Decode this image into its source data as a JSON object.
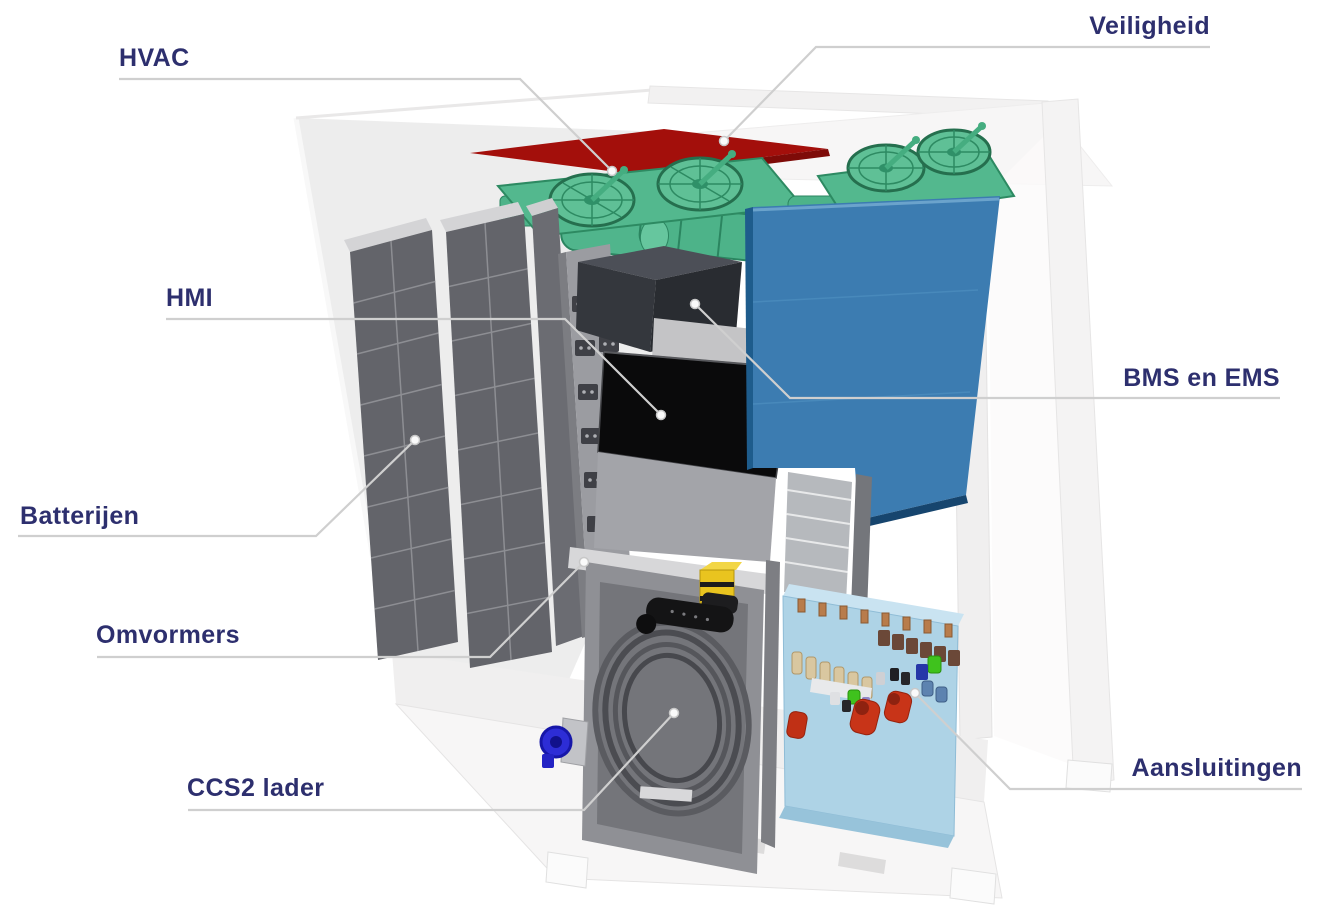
{
  "diagram": {
    "type": "annotated-3d-cutaway",
    "subject": "Battery energy storage container with labeled components",
    "callouts": {
      "hvac": {
        "label": "HVAC",
        "target": "hvac-fan-units"
      },
      "veiligheid": {
        "label": "Veiligheid",
        "target": "safety-roof-panel"
      },
      "hmi": {
        "label": "HMI",
        "target": "hmi-screen"
      },
      "bms_ems": {
        "label": "BMS en EMS",
        "target": "control-box"
      },
      "batterijen": {
        "label": "Batterijen",
        "target": "battery-racks"
      },
      "omvormers": {
        "label": "Omvormers",
        "target": "inverter-rack"
      },
      "ccs2_lader": {
        "label": "CCS2 lader",
        "target": "ccs2-cable-coil"
      },
      "aansluitingen": {
        "label": "Aansluitingen",
        "target": "connections-panel"
      }
    },
    "colors": {
      "label_text": "#2d2f6e",
      "leader_line": "#cfcfcf",
      "safety_panel_red": "#a30f0b",
      "hvac_green": "#53b88e",
      "bms_panel_blue": "#3c7cb1",
      "connections_panel_blue": "#aed3e6",
      "battery_rack_gray": "#63646a",
      "hmi_screen_black": "#0a0a0b",
      "container_ghost_gray": "#ebebeb",
      "connector_red": "#c83418",
      "connector_green": "#3fc21d",
      "wall_socket_blue": "#2d2dd6",
      "sensor_yellow": "#e9c41f"
    }
  }
}
